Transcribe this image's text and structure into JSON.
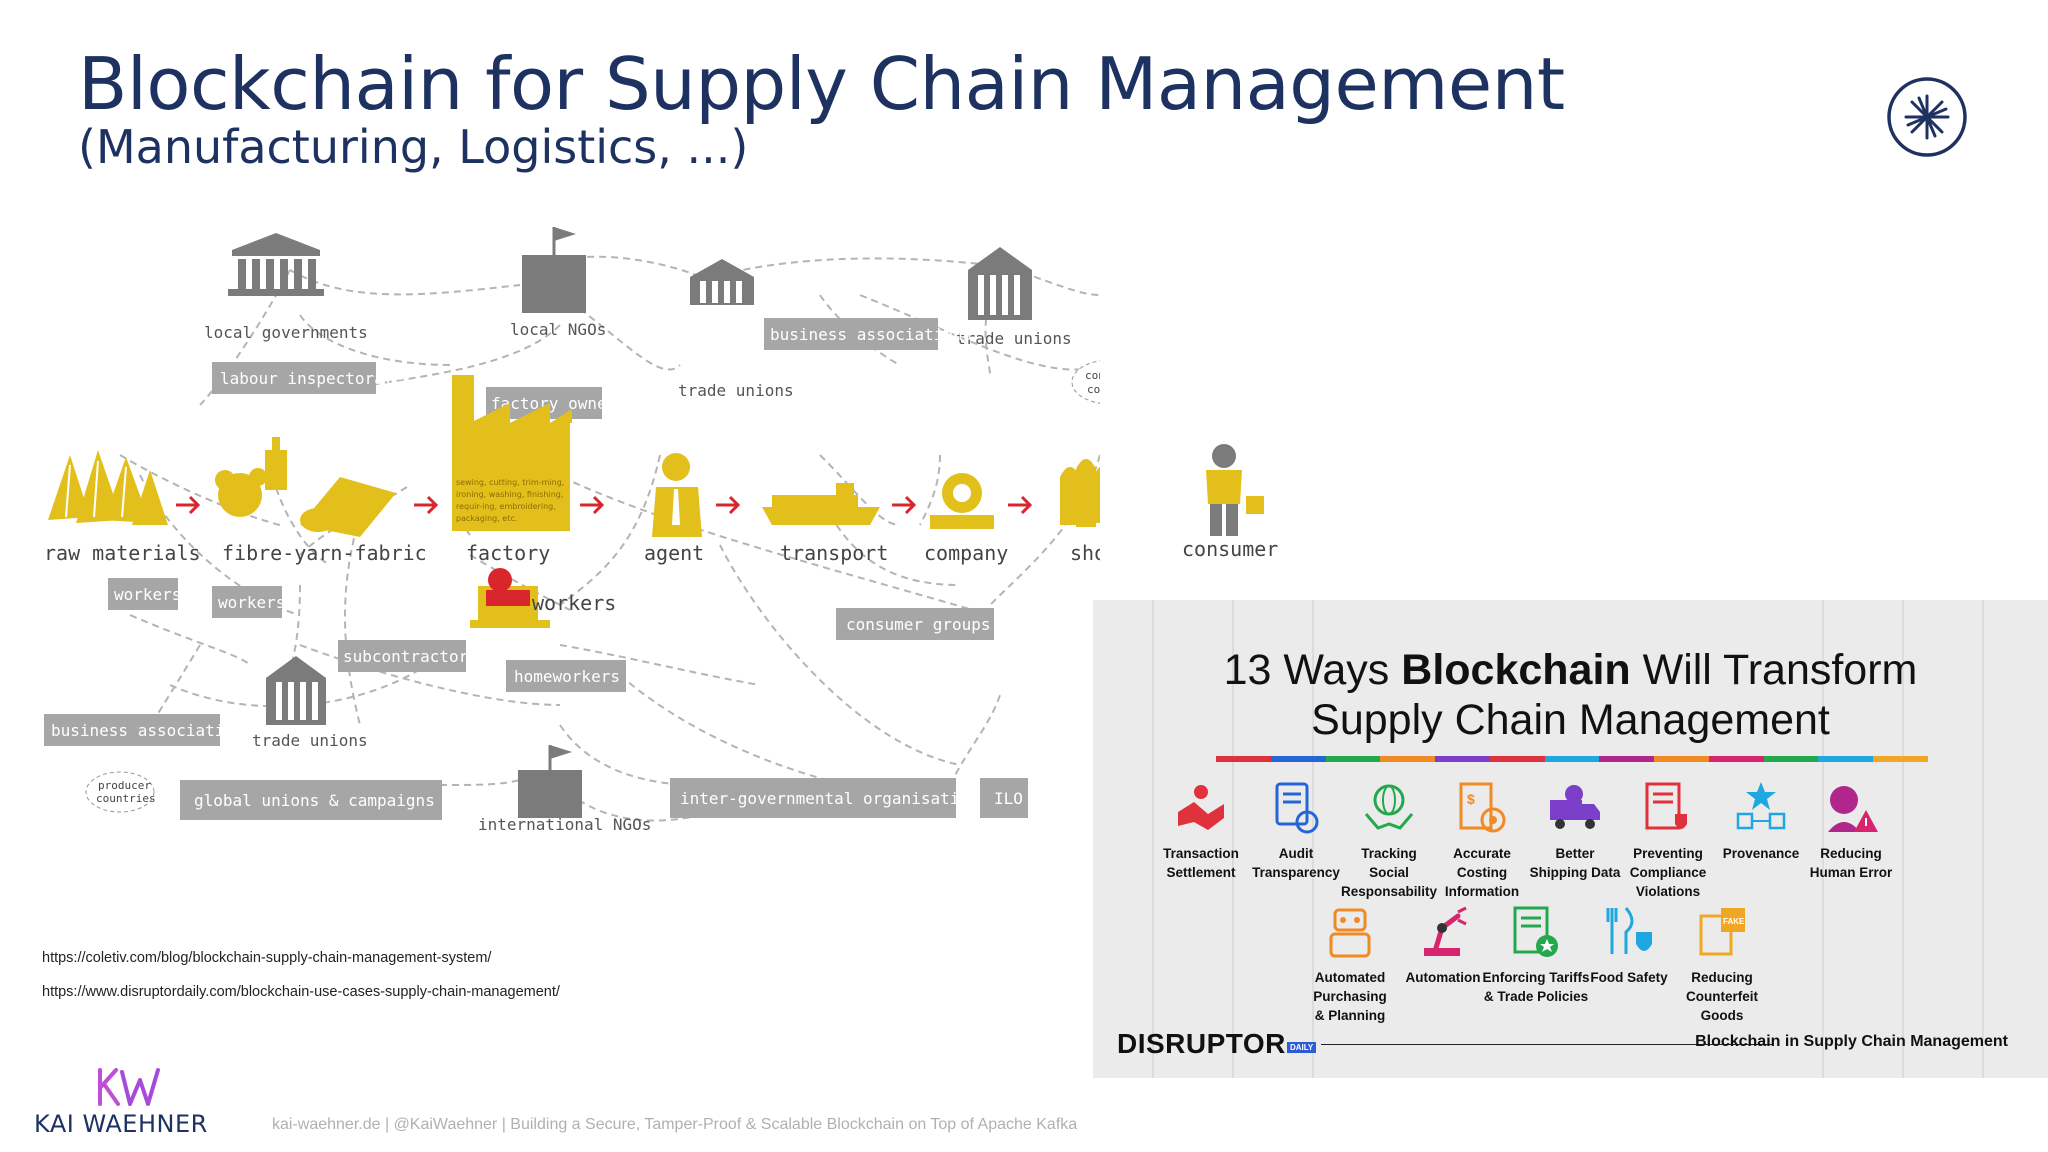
{
  "slide": {
    "title": "Blockchain for Supply Chain Management",
    "subtitle": "(Manufacturing, Logistics, ...)",
    "logo_icon": "starburst-circle-icon"
  },
  "diagram": {
    "chain": [
      {
        "label": "raw materials",
        "icon": "raw-materials-icon"
      },
      {
        "label": "fibre-yarn-fabric",
        "icon": "fabric-icon"
      },
      {
        "label": "factory",
        "icon": "factory-icon"
      },
      {
        "label": "agent",
        "icon": "agent-icon"
      },
      {
        "label": "transport",
        "icon": "ship-icon"
      },
      {
        "label": "company",
        "icon": "company-icon"
      },
      {
        "label": "shop",
        "icon": "shop-icon"
      },
      {
        "label": "consumer",
        "icon": "consumer-icon"
      }
    ],
    "factory_text": "sewing, cutting, trim-ming, ironing, washing, finishing, requir-ing, embroidering, packaging, etc.",
    "plain_labels": {
      "local_governments": "local governments",
      "local_ngos": "local NGOs",
      "trade_unions_top": "trade unions",
      "trade_unions_mid": "trade unions",
      "trade_unions_bottom": "trade unions",
      "workers_factory": "workers",
      "international_ngos": "international NGOs"
    },
    "boxes": {
      "labour_inspectorate": "labour inspectorate",
      "factory_owner": "factory owner",
      "business_associations_top": "business associations",
      "workers_1": "workers",
      "workers_2": "workers",
      "subcontractors": "subcontractors",
      "homeworkers": "homeworkers",
      "consumer_groups": "consumer groups",
      "business_associations_bottom": "business associations",
      "global_unions": "global unions & campaigns",
      "intergov": "inter-governmental organisations",
      "ilo": "ILO"
    },
    "ovals": {
      "consumer_countries": [
        "consumer",
        "countries"
      ],
      "producer_countries": [
        "producer",
        "countries"
      ]
    },
    "colors": {
      "gold": "#e3bf1b",
      "arrow": "#d9262c",
      "box": "#a6a6a6"
    }
  },
  "sources": [
    "https://coletiv.com/blog/blockchain-supply-chain-management-system/",
    "https://www.disruptordaily.com/blockchain-use-cases-supply-chain-management/"
  ],
  "panel": {
    "title_pre": "13 Ways ",
    "title_bold": "Blockchain",
    "title_post": " Will Transform",
    "title_line2": "Supply Chain Management",
    "ways": [
      {
        "label": [
          "Transaction",
          "Settlement"
        ],
        "icon": "handshake-icon",
        "color": "#e0323c"
      },
      {
        "label": [
          "Audit",
          "Transparency"
        ],
        "icon": "audit-icon",
        "color": "#2466d6"
      },
      {
        "label": [
          "Tracking",
          "Social",
          "Responsability"
        ],
        "icon": "globe-hands-icon",
        "color": "#23a84d"
      },
      {
        "label": [
          "Accurate",
          "Costing",
          "Information"
        ],
        "icon": "costing-icon",
        "color": "#f08a24"
      },
      {
        "label": [
          "Better",
          "Shipping Data"
        ],
        "icon": "truck-icon",
        "color": "#7b3fc9"
      },
      {
        "label": [
          "Preventing",
          "Compliance",
          "Violations"
        ],
        "icon": "compliance-icon",
        "color": "#e0323c"
      },
      {
        "label": [
          "Provenance"
        ],
        "icon": "provenance-icon",
        "color": "#1fa7e0"
      },
      {
        "label": [
          "Reducing",
          "Human Error"
        ],
        "icon": "human-error-icon",
        "color": "#b0268a"
      },
      {
        "label": [
          "Automated",
          "Purchasing",
          "& Planning"
        ],
        "icon": "robot-icon",
        "color": "#f08a24"
      },
      {
        "label": [
          "Automation"
        ],
        "icon": "robot-arm-icon",
        "color": "#d6246e"
      },
      {
        "label": [
          "Enforcing Tariffs",
          "& Trade Policies"
        ],
        "icon": "tariffs-icon",
        "color": "#23a84d"
      },
      {
        "label": [
          "Food Safety"
        ],
        "icon": "food-safety-icon",
        "color": "#1fa7e0"
      },
      {
        "label": [
          "Reducing",
          "Counterfeit",
          "Goods"
        ],
        "icon": "counterfeit-icon",
        "color": "#f0a824"
      }
    ],
    "bar_colors": [
      "#e0323c",
      "#2466d6",
      "#23a84d",
      "#f08a24",
      "#7b3fc9",
      "#e0323c",
      "#1fa7e0",
      "#b0268a",
      "#f08a24",
      "#d6246e",
      "#23a84d",
      "#1fa7e0",
      "#f0a824"
    ],
    "brand": "DISRUPTOR",
    "brand_sub": "DAILY",
    "caption": "Blockchain in Supply Chain Management"
  },
  "footer": {
    "name": "KAI WAEHNER",
    "logo_icon": "kw-monogram-icon",
    "text": "kai-waehner.de | @KaiWaehner | Building a Secure, Tamper-Proof & Scalable Blockchain on Top of Apache Kafka"
  }
}
